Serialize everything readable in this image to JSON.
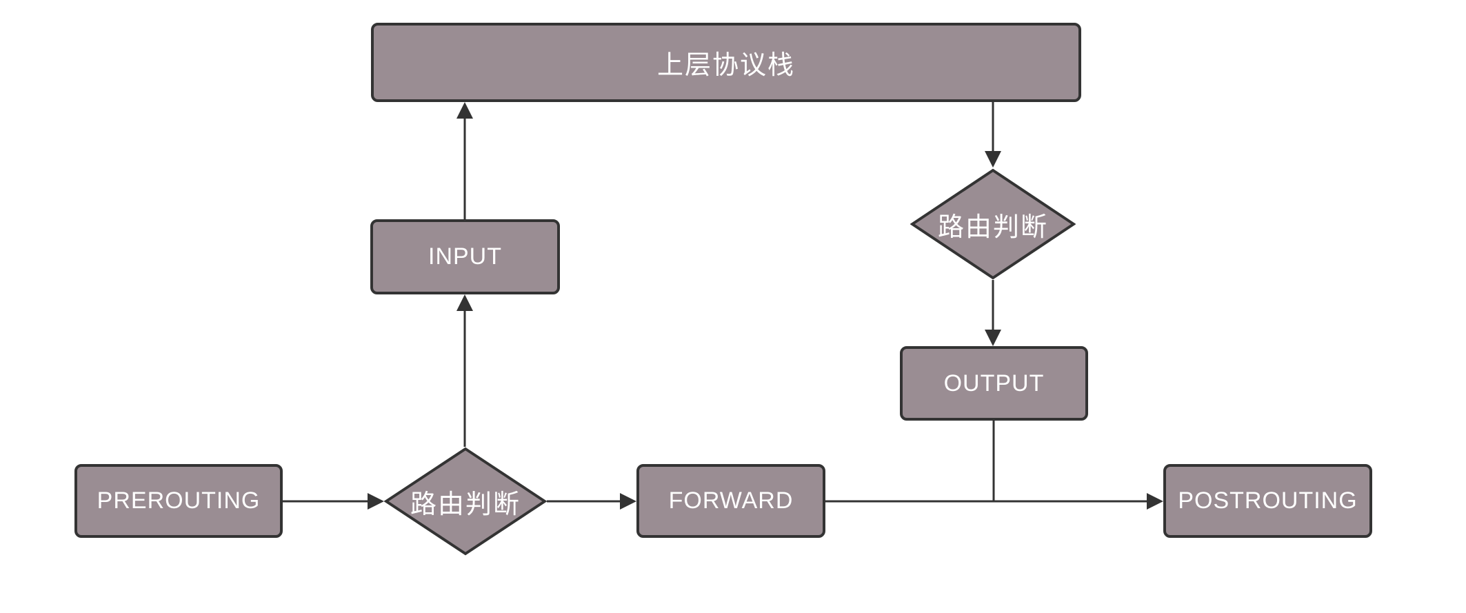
{
  "diagram": {
    "title": "netfilter-iptables-packet-flow",
    "background_color": "#ffffff",
    "node_fill_color": "#9a8d93",
    "node_border_color": "#333333",
    "connector_color": "#333333",
    "label_color": "#ffffff",
    "nodes": [
      {
        "id": "upper-protocol-stack",
        "type": "process",
        "label": "上层协议栈"
      },
      {
        "id": "input",
        "type": "process",
        "label": "INPUT"
      },
      {
        "id": "routing-decision-right",
        "type": "decision",
        "label": "路由判断"
      },
      {
        "id": "output",
        "type": "process",
        "label": "OUTPUT"
      },
      {
        "id": "prerouting",
        "type": "process",
        "label": "PREROUTING"
      },
      {
        "id": "routing-decision-left",
        "type": "decision",
        "label": "路由判断"
      },
      {
        "id": "forward",
        "type": "process",
        "label": "FORWARD"
      },
      {
        "id": "postrouting",
        "type": "process",
        "label": "POSTROUTING"
      }
    ],
    "connections": [
      {
        "from": "prerouting",
        "to": "routing-decision-left",
        "arrow": true
      },
      {
        "from": "routing-decision-left",
        "to": "input",
        "arrow": true
      },
      {
        "from": "input",
        "to": "upper-protocol-stack",
        "arrow": true
      },
      {
        "from": "upper-protocol-stack",
        "to": "routing-decision-right",
        "arrow": true
      },
      {
        "from": "routing-decision-right",
        "to": "output",
        "arrow": true
      },
      {
        "from": "output",
        "to": "forward-postrouting-line",
        "arrow": false
      },
      {
        "from": "routing-decision-left",
        "to": "forward",
        "arrow": true
      },
      {
        "from": "forward",
        "to": "postrouting",
        "arrow": true
      }
    ]
  }
}
